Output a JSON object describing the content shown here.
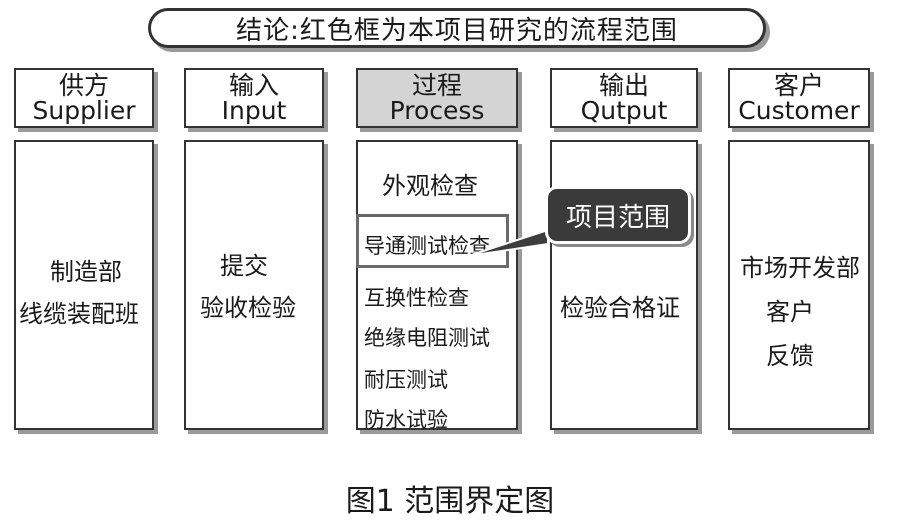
{
  "banner": "结论:红色框为本项目研究的流程范围",
  "headers": [
    {
      "cn": "供方",
      "en": "Supplier"
    },
    {
      "cn": "输入",
      "en": "Input"
    },
    {
      "cn": "过程",
      "en": "Process"
    },
    {
      "cn": "输出",
      "en": "Qutput"
    },
    {
      "cn": "客户",
      "en": "Customer"
    }
  ],
  "supplier": [
    "制造部",
    "线缆装配班"
  ],
  "input": [
    "提交",
    "验收检验"
  ],
  "process": [
    "外观检查",
    "导通测试检查",
    "互换性检查",
    "绝缘电阻测试",
    "耐压测试",
    "防水试验"
  ],
  "output": [
    "检验合格证"
  ],
  "customer": [
    "市场开发部",
    "客户",
    "反馈"
  ],
  "callout": "项目范围",
  "caption": "图1 范围界定图"
}
